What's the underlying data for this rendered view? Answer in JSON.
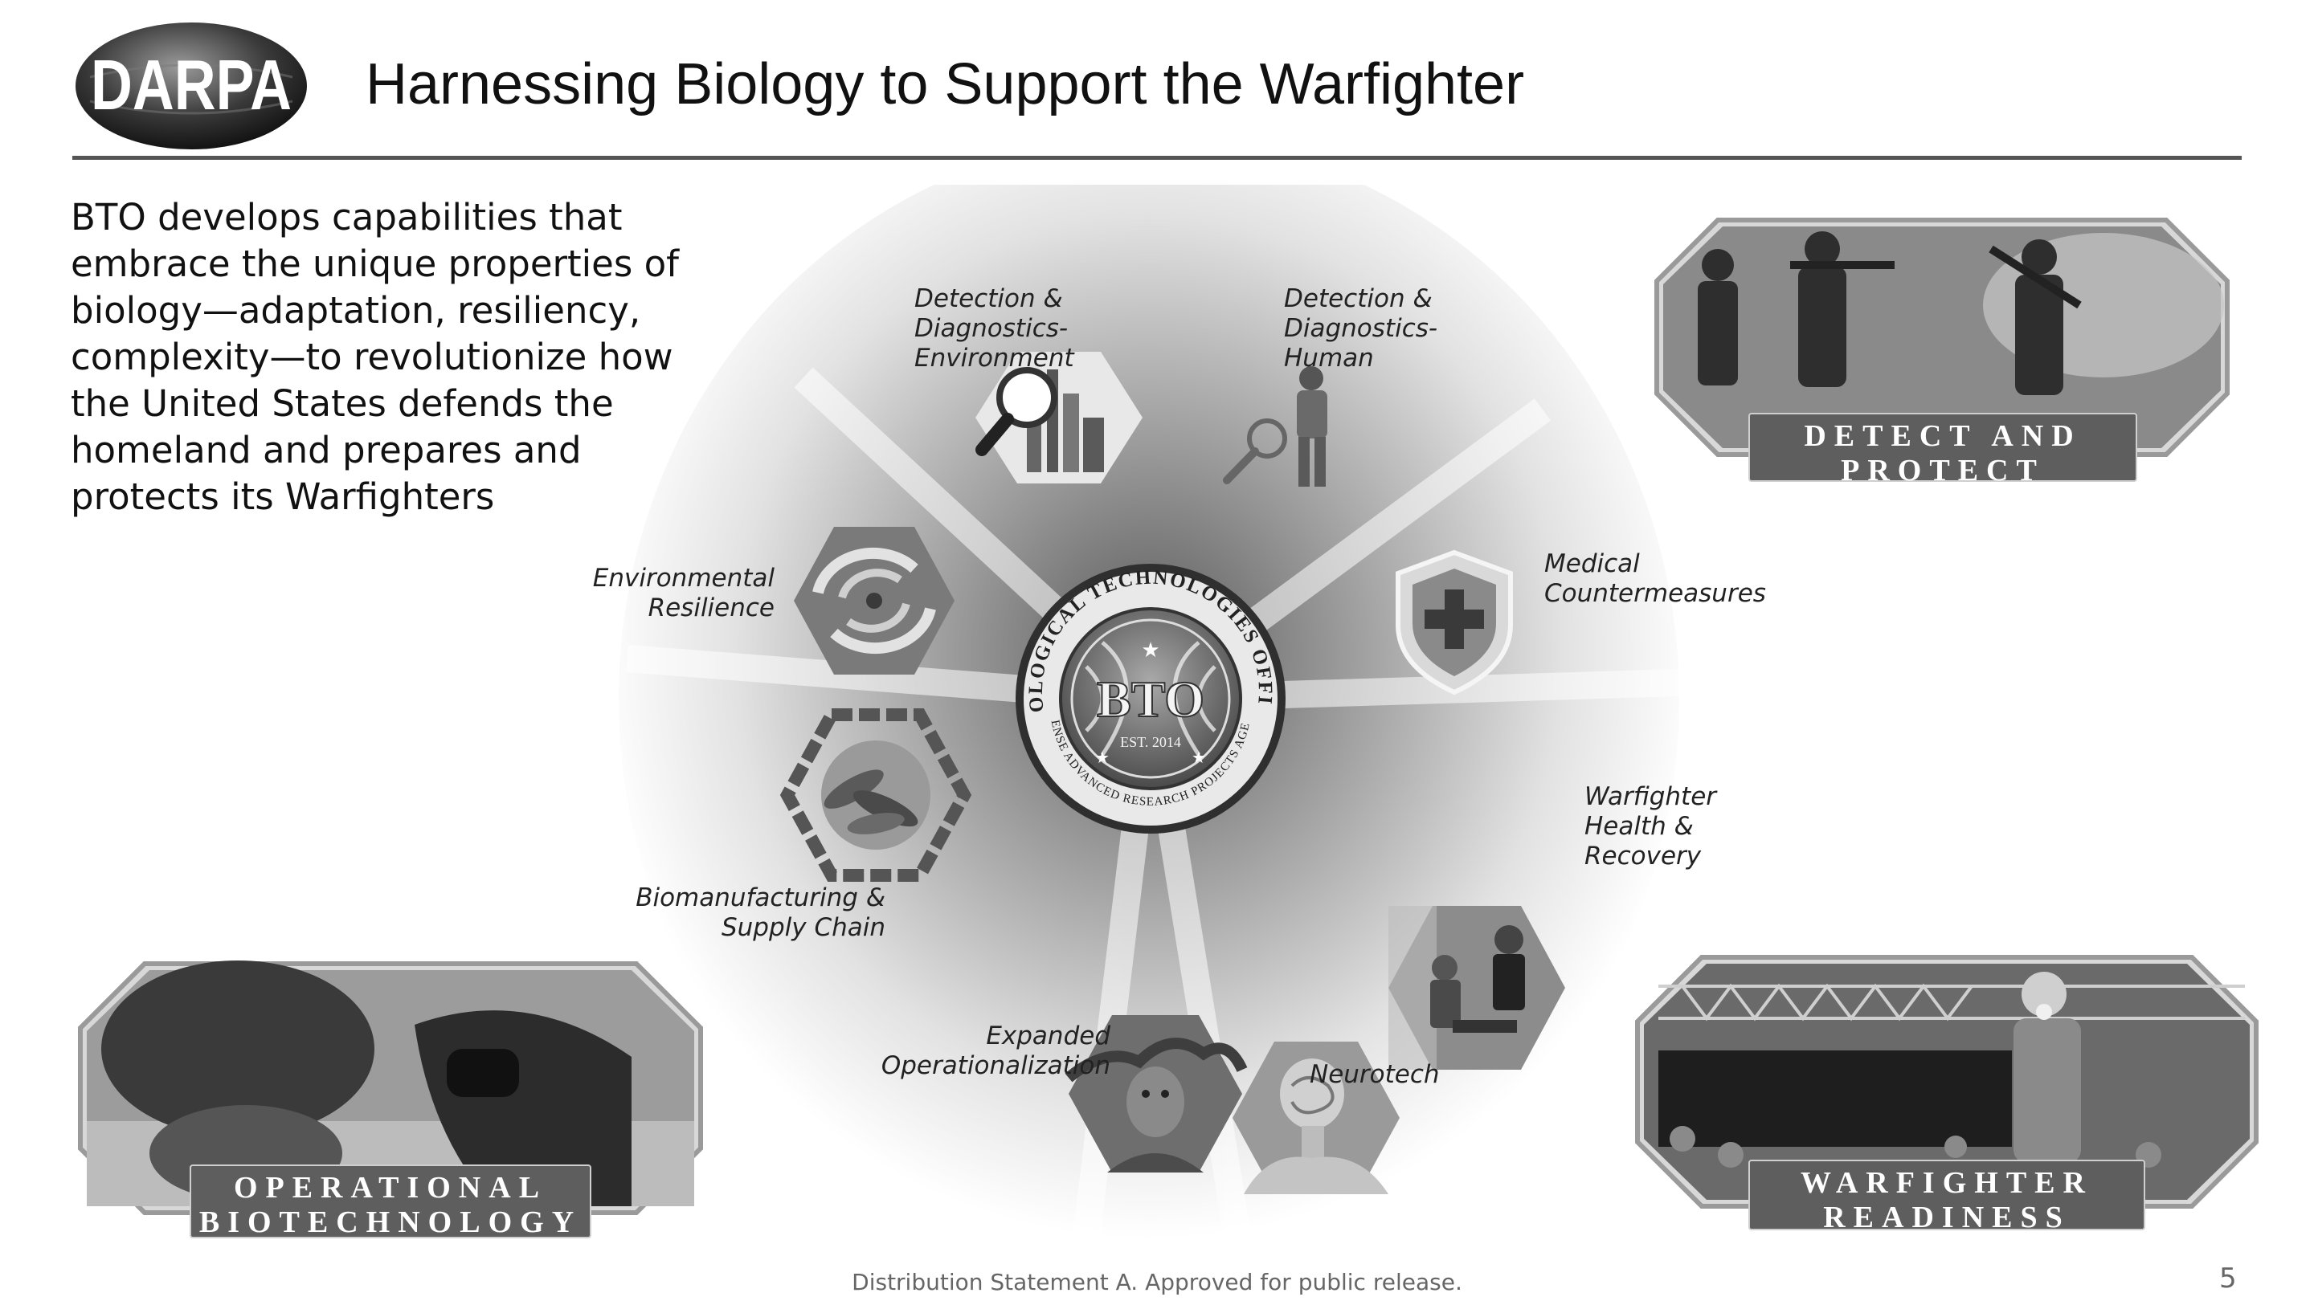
{
  "slide": {
    "logo_text": "DARPA",
    "title": "Harnessing Biology to Support the Warfighter",
    "intro": "BTO develops capabilities that embrace the unique properties of biology—adaptation, resiliency, complexity—to revolutionize how the United States defends the homeland and prepares and protects its Warfighters",
    "footer": "Distribution Statement A. Approved for public release.",
    "page_number": "5"
  },
  "seal": {
    "ring_top": "BIOLOGICAL TECHNOLOGIES OFFICE",
    "ring_bottom": "DEFENSE ADVANCED RESEARCH PROJECTS AGENCY",
    "center": "BTO",
    "est": "EST. 2014"
  },
  "areas": [
    {
      "label": "Detection & Diagnostics- Environment",
      "lines": [
        "Detection &",
        "Diagnostics-",
        "Environment"
      ],
      "icon": "magnifier-city-icon"
    },
    {
      "label": "Detection & Diagnostics- Human",
      "lines": [
        "Detection &",
        "Diagnostics-",
        "Human"
      ],
      "icon": "soldier-magnifier-icon"
    },
    {
      "label": "Medical Countermeasures",
      "lines": [
        "Medical",
        "Countermeasures"
      ],
      "icon": "shield-cross-icon"
    },
    {
      "label": "Warfighter Health & Recovery",
      "lines": [
        "Warfighter",
        "Health &",
        "Recovery"
      ],
      "icon": "physical-therapy-photo"
    },
    {
      "label": "Neurotech",
      "lines": [
        "Neurotech"
      ],
      "icon": "brain-scan-icon"
    },
    {
      "label": "Expanded Operationalization",
      "lines": [
        "Expanded",
        "Operationalization"
      ],
      "icon": "camouflaged-soldier-photo"
    },
    {
      "label": "Biomanufacturing & Supply Chain",
      "lines": [
        "Biomanufacturing &",
        "Supply Chain"
      ],
      "icon": "microbe-chain-icon"
    },
    {
      "label": "Environmental Resilience",
      "lines": [
        "Environmental",
        "Resilience"
      ],
      "icon": "hurricane-icon"
    }
  ],
  "panels": {
    "detect": {
      "lines": [
        "DETECT AND",
        "PROTECT"
      ]
    },
    "operational": {
      "lines": [
        "OPERATIONAL",
        "BIOTECHNOLOGY"
      ]
    },
    "readiness": {
      "lines": [
        "WARFIGHTER",
        "READINESS"
      ]
    }
  },
  "colors": {
    "rule": "#555555",
    "banner": "#5e5e5e",
    "text": "#111111"
  }
}
